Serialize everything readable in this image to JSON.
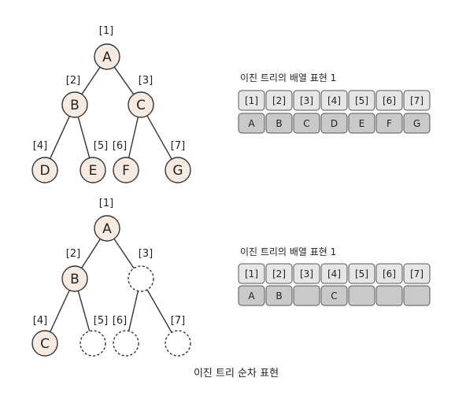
{
  "trees": [
    {
      "nodes": [
        {
          "index": "[1]",
          "label": "A",
          "empty": false
        },
        {
          "index": "[2]",
          "label": "B",
          "empty": false
        },
        {
          "index": "[3]",
          "label": "C",
          "empty": false
        },
        {
          "index": "[4]",
          "label": "D",
          "empty": false
        },
        {
          "index": "[5]",
          "label": "E",
          "empty": false
        },
        {
          "index": "[6]",
          "label": "F",
          "empty": false
        },
        {
          "index": "[7]",
          "label": "G",
          "empty": false
        }
      ]
    },
    {
      "nodes": [
        {
          "index": "[1]",
          "label": "A",
          "empty": false
        },
        {
          "index": "[2]",
          "label": "B",
          "empty": false
        },
        {
          "index": "[3]",
          "label": "",
          "empty": true
        },
        {
          "index": "[4]",
          "label": "C",
          "empty": false
        },
        {
          "index": "[5]",
          "label": "",
          "empty": true
        },
        {
          "index": "[6]",
          "label": "",
          "empty": true
        },
        {
          "index": "[7]",
          "label": "",
          "empty": true
        }
      ]
    }
  ],
  "arrays": [
    {
      "title": "이진 트리의 배열 표현 1",
      "indices": [
        "[1]",
        "[2]",
        "[3]",
        "[4]",
        "[5]",
        "[6]",
        "[7]"
      ],
      "values": [
        "A",
        "B",
        "C",
        "D",
        "E",
        "F",
        "G"
      ]
    },
    {
      "title": "이진 트리의 배열 표현 1",
      "indices": [
        "[1]",
        "[2]",
        "[3]",
        "[4]",
        "[5]",
        "[6]",
        "[7]"
      ],
      "values": [
        "A",
        "B",
        "",
        "C",
        "",
        "",
        ""
      ]
    }
  ],
  "caption": "이진 트리 순차 표현",
  "colors": {
    "node_fill": "#f7ebe1",
    "node_stroke": "#333333",
    "cell_index_fill": "#e6e6e6",
    "cell_value_fill": "#c9c9c9",
    "cell_stroke": "#555555"
  }
}
